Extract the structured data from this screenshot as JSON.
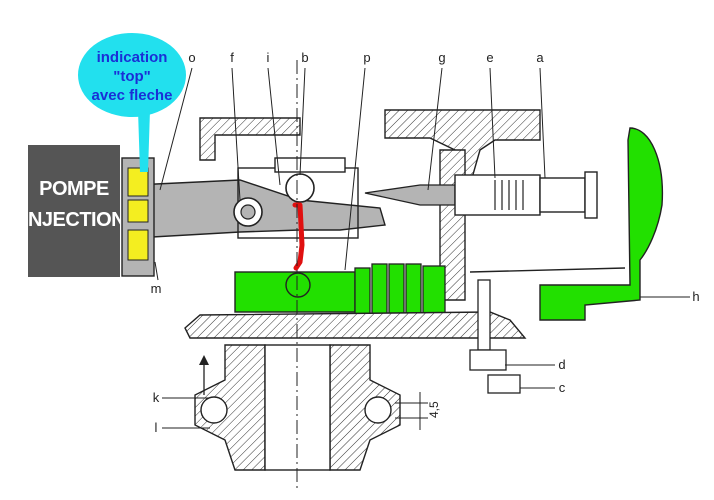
{
  "pump_box": {
    "line1": "POMPE",
    "line2": "INJECTION"
  },
  "callout": {
    "line1": "indication",
    "line2": "\"top\"",
    "line3": "avec fleche"
  },
  "labels": {
    "o": "o",
    "f": "f",
    "i": "i",
    "b": "b",
    "p": "p",
    "g": "g",
    "e": "e",
    "a": "a",
    "h": "h",
    "m": "m",
    "d": "d",
    "c": "c",
    "k": "k",
    "l": "l"
  },
  "dimension": "4,5",
  "colors": {
    "pump_box": "#555555",
    "callout": "#22e0ee",
    "highlight_green": "#22e000",
    "highlight_yellow": "#f4ee20",
    "highlight_red": "#e01010",
    "body_gray": "#b4b4b4",
    "line": "#222222"
  }
}
